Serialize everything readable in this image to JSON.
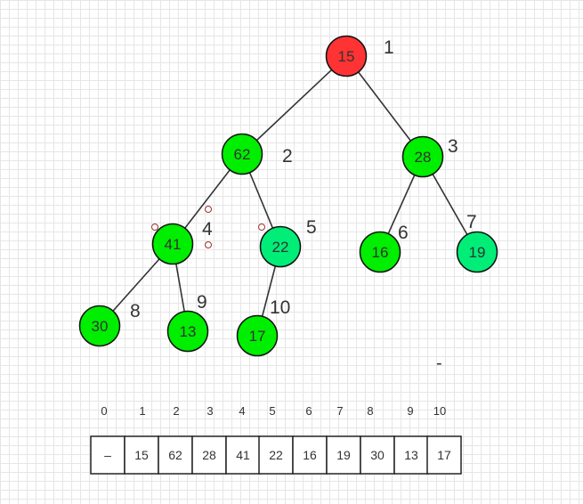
{
  "colors": {
    "root": "#ff3333",
    "bright_green": "#00ee00",
    "mint_green": "#00ee77",
    "edge": "#333333"
  },
  "tree": {
    "nodes": [
      {
        "index": 1,
        "value": "15",
        "color": "root"
      },
      {
        "index": 2,
        "value": "62",
        "color": "bright_green"
      },
      {
        "index": 3,
        "value": "28",
        "color": "bright_green"
      },
      {
        "index": 4,
        "value": "41",
        "color": "bright_green"
      },
      {
        "index": 5,
        "value": "22",
        "color": "mint_green"
      },
      {
        "index": 6,
        "value": "16",
        "color": "bright_green"
      },
      {
        "index": 7,
        "value": "19",
        "color": "mint_green"
      },
      {
        "index": 8,
        "value": "30",
        "color": "bright_green"
      },
      {
        "index": 9,
        "value": "13",
        "color": "bright_green"
      },
      {
        "index": 10,
        "value": "17",
        "color": "bright_green"
      }
    ],
    "position_labels": [
      "1",
      "2",
      "3",
      "4",
      "5",
      "6",
      "7",
      "8",
      "9",
      "10"
    ],
    "edges": [
      [
        1,
        2
      ],
      [
        1,
        3
      ],
      [
        2,
        4
      ],
      [
        2,
        5
      ],
      [
        3,
        6
      ],
      [
        3,
        7
      ],
      [
        4,
        8
      ],
      [
        4,
        9
      ],
      [
        5,
        10
      ]
    ],
    "stray_mark": "-"
  },
  "array": {
    "indices": [
      "0",
      "1",
      "2",
      "3",
      "4",
      "5",
      "6",
      "7",
      "8",
      "9",
      "10"
    ],
    "cells": [
      "–",
      "15",
      "62",
      "28",
      "41",
      "22",
      "16",
      "19",
      "30",
      "13",
      "17"
    ]
  }
}
